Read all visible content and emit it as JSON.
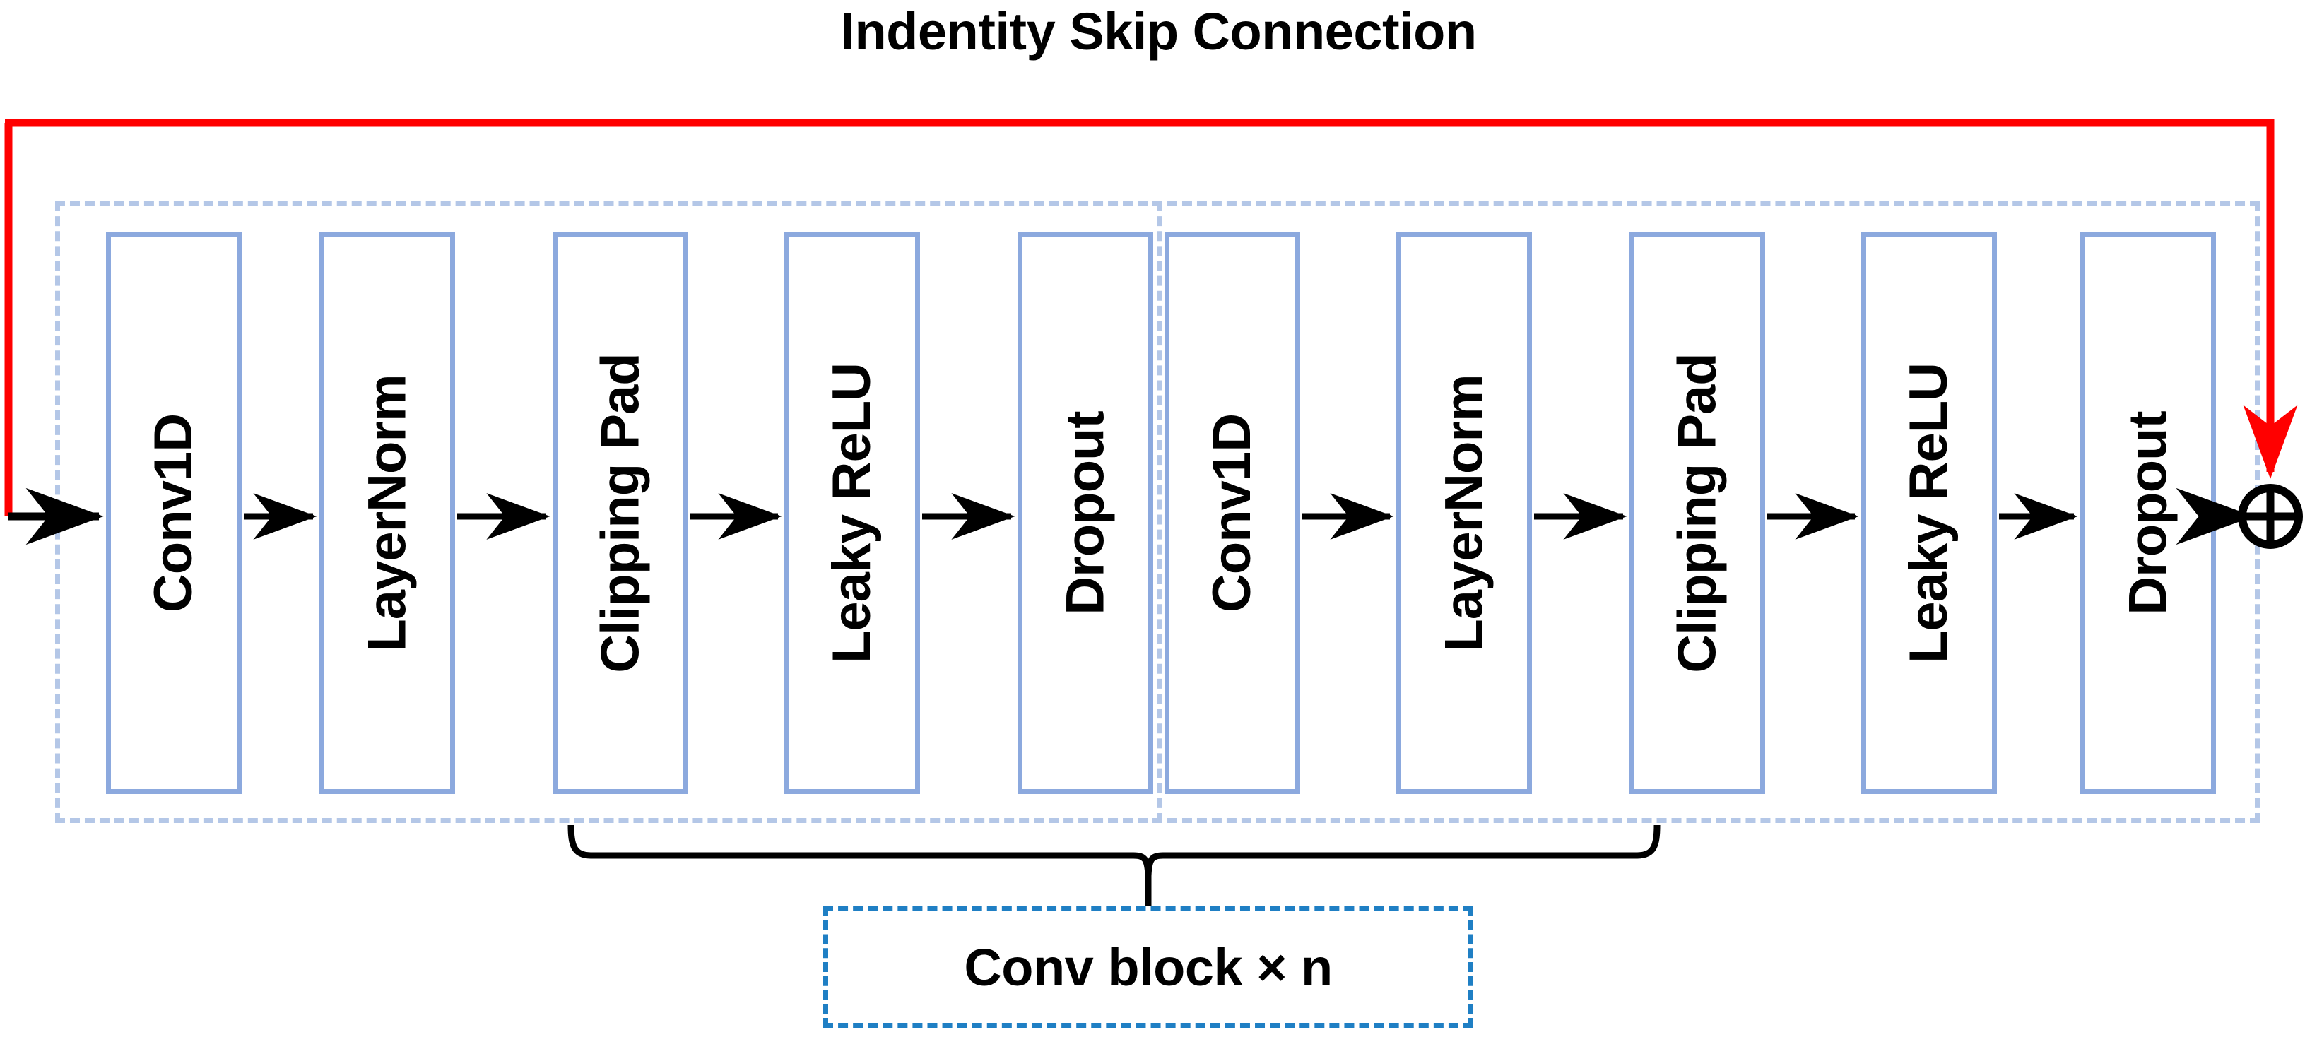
{
  "title": "Indentity Skip Connection",
  "colors": {
    "skip_connection": "#ff0000",
    "box_border": "#8ca9de",
    "container_dashed": "#b4c7e7",
    "caption_dashed": "#1f7fc4",
    "arrow": "#000000",
    "background": "#ffffff"
  },
  "layers": [
    {
      "label": "Conv1D",
      "block": 1,
      "index": 0
    },
    {
      "label": "LayerNorm",
      "block": 1,
      "index": 1
    },
    {
      "label": "Clipping Pad",
      "block": 1,
      "index": 2
    },
    {
      "label": "Leaky ReLU",
      "block": 1,
      "index": 3
    },
    {
      "label": "Dropout",
      "block": 1,
      "index": 4
    },
    {
      "label": "Conv1D",
      "block": 2,
      "index": 5
    },
    {
      "label": "LayerNorm",
      "block": 2,
      "index": 6
    },
    {
      "label": "Clipping Pad",
      "block": 2,
      "index": 7
    },
    {
      "label": "Leaky ReLU",
      "block": 2,
      "index": 8
    },
    {
      "label": "Dropout",
      "block": 2,
      "index": 9
    }
  ],
  "caption": {
    "text": "Conv block × n"
  },
  "symbols": {
    "add": "circled-plus"
  },
  "annotations": {
    "skip_label": "Indentity Skip Connection"
  }
}
